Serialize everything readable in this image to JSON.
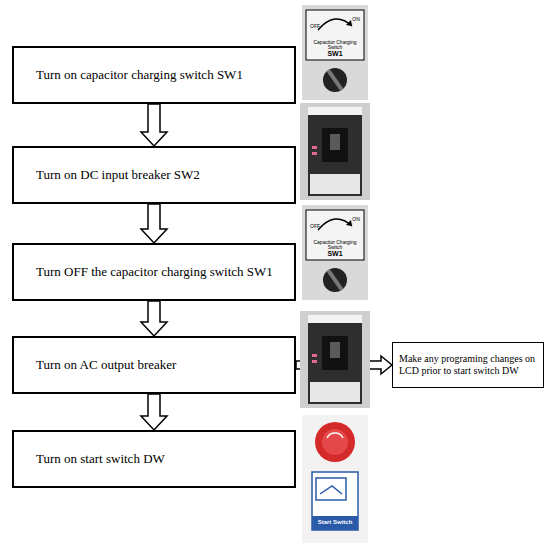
{
  "diagram": {
    "nodes": [
      {
        "text": [
          "Turn on capacitor charging switch SW1"
        ]
      },
      {
        "text": [
          "Turn on DC input breaker SW2"
        ]
      },
      {
        "text": [
          "Turn OFF the capacitor charging switch SW1"
        ]
      },
      {
        "text": [
          "Turn on AC output breaker"
        ]
      },
      {
        "text": [
          "Make any programing changes on LCD prior to start switch DW"
        ]
      },
      {
        "text": [
          "Turn on start switch DW"
        ]
      }
    ],
    "edges": [
      {
        "from": 0,
        "to": 1,
        "arrow": "to"
      },
      {
        "from": 1,
        "to": 2,
        "arrow": "to"
      },
      {
        "from": 2,
        "to": 3,
        "arrow": "to"
      },
      {
        "from": 3,
        "to": 4,
        "arrow": "to"
      },
      {
        "from": 3,
        "to": 5,
        "arrow": "to"
      }
    ],
    "labels": [
      "OFF",
      "ON",
      "Capacitor Charging Switch",
      "SW1",
      "OFF",
      "ON",
      "Capacitor Charging Switch",
      "SW1",
      "Start Switch"
    ]
  }
}
